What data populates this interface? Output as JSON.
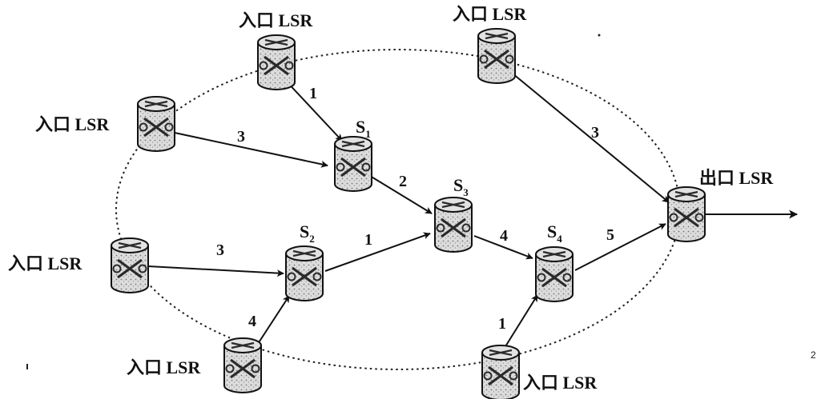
{
  "diagram": {
    "ingress_label": "入口 LSR",
    "egress_label": "出口 LSR",
    "nodes": [
      {
        "id": "i1",
        "label_role": "ingress"
      },
      {
        "id": "i2",
        "label_role": "ingress"
      },
      {
        "id": "i3",
        "label_role": "ingress"
      },
      {
        "id": "i4",
        "label_role": "ingress"
      },
      {
        "id": "i5",
        "label_role": "ingress"
      },
      {
        "id": "i6",
        "label_role": "ingress"
      },
      {
        "id": "s1",
        "switch": "S",
        "sub": "1"
      },
      {
        "id": "s2",
        "switch": "S",
        "sub": "2"
      },
      {
        "id": "s3",
        "switch": "S",
        "sub": "3"
      },
      {
        "id": "s4",
        "switch": "S",
        "sub": "4"
      },
      {
        "id": "e1",
        "label_role": "egress"
      }
    ],
    "edges": [
      {
        "from": "i1",
        "to": "s1",
        "weight": "1"
      },
      {
        "from": "i3",
        "to": "s1",
        "weight": "3"
      },
      {
        "from": "s1",
        "to": "s3",
        "weight": "2"
      },
      {
        "from": "i4",
        "to": "s2",
        "weight": "3"
      },
      {
        "from": "i5",
        "to": "s2",
        "weight": "4"
      },
      {
        "from": "s2",
        "to": "s3",
        "weight": "1"
      },
      {
        "from": "s3",
        "to": "s4",
        "weight": "4"
      },
      {
        "from": "i6",
        "to": "s4",
        "weight": "1"
      },
      {
        "from": "s4",
        "to": "e1",
        "weight": "5"
      },
      {
        "from": "i2",
        "to": "e1",
        "weight": "3"
      }
    ],
    "stray_marks": [
      "2"
    ]
  },
  "colors": {
    "ink": "#111111",
    "router_fill": "#e2e2e2",
    "router_dark": "#2a2a2a"
  }
}
